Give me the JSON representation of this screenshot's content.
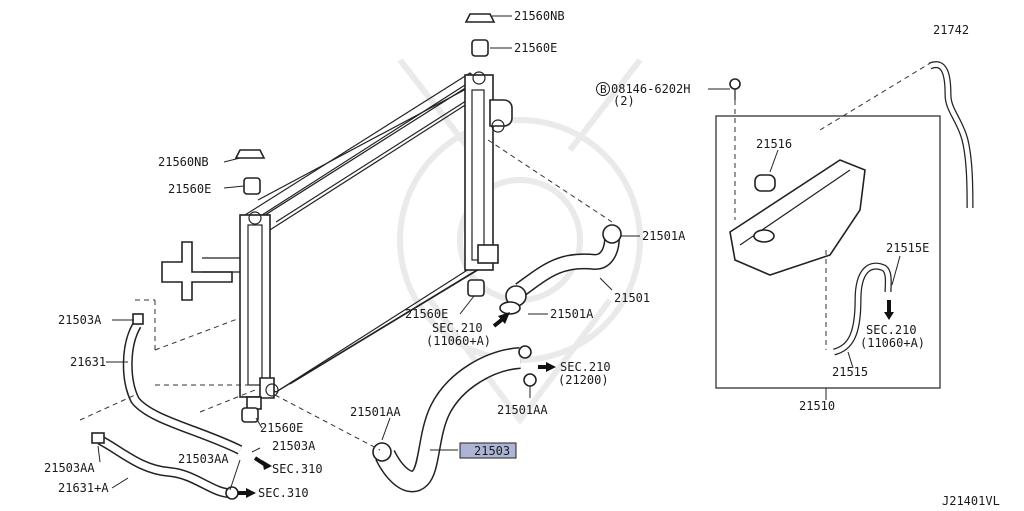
{
  "diagram_id": "J21401VL",
  "highlighted_part": "21503",
  "parts": {
    "p21560NB_top": "21560NB",
    "p21560E_top": "21560E",
    "p21742": "21742",
    "bolt_code": "08146-6202H",
    "bolt_prefix": "B",
    "bolt_qty": "(2)",
    "p21516": "21516",
    "p21560NB_left": "21560NB",
    "p21560E_left": "21560E",
    "p21501A_upper": "21501A",
    "p21515E": "21515E",
    "p21503A_left": "21503A",
    "p21501": "21501",
    "p21560E_mid": "21560E",
    "p21501A_lower": "21501A",
    "sec210_a": "SEC.210",
    "sec210_a_sub": "(11060+A)",
    "sec210_b": "SEC.210",
    "sec210_b_sub": "(11060+A)",
    "p21631": "21631",
    "sec210_c": "SEC.210",
    "sec210_c_sub": "(21200)",
    "p21515": "21515",
    "p21510": "21510",
    "p21501AA_left": "21501AA",
    "p21501AA_right": "21501AA",
    "p21560E_bottom": "21560E",
    "p21503A_bottom": "21503A",
    "p21503AA_left": "21503AA",
    "p21503AA_mid": "21503AA",
    "sec310_a": "SEC.310",
    "sec310_b": "SEC.310",
    "p21631A": "21631+A"
  }
}
